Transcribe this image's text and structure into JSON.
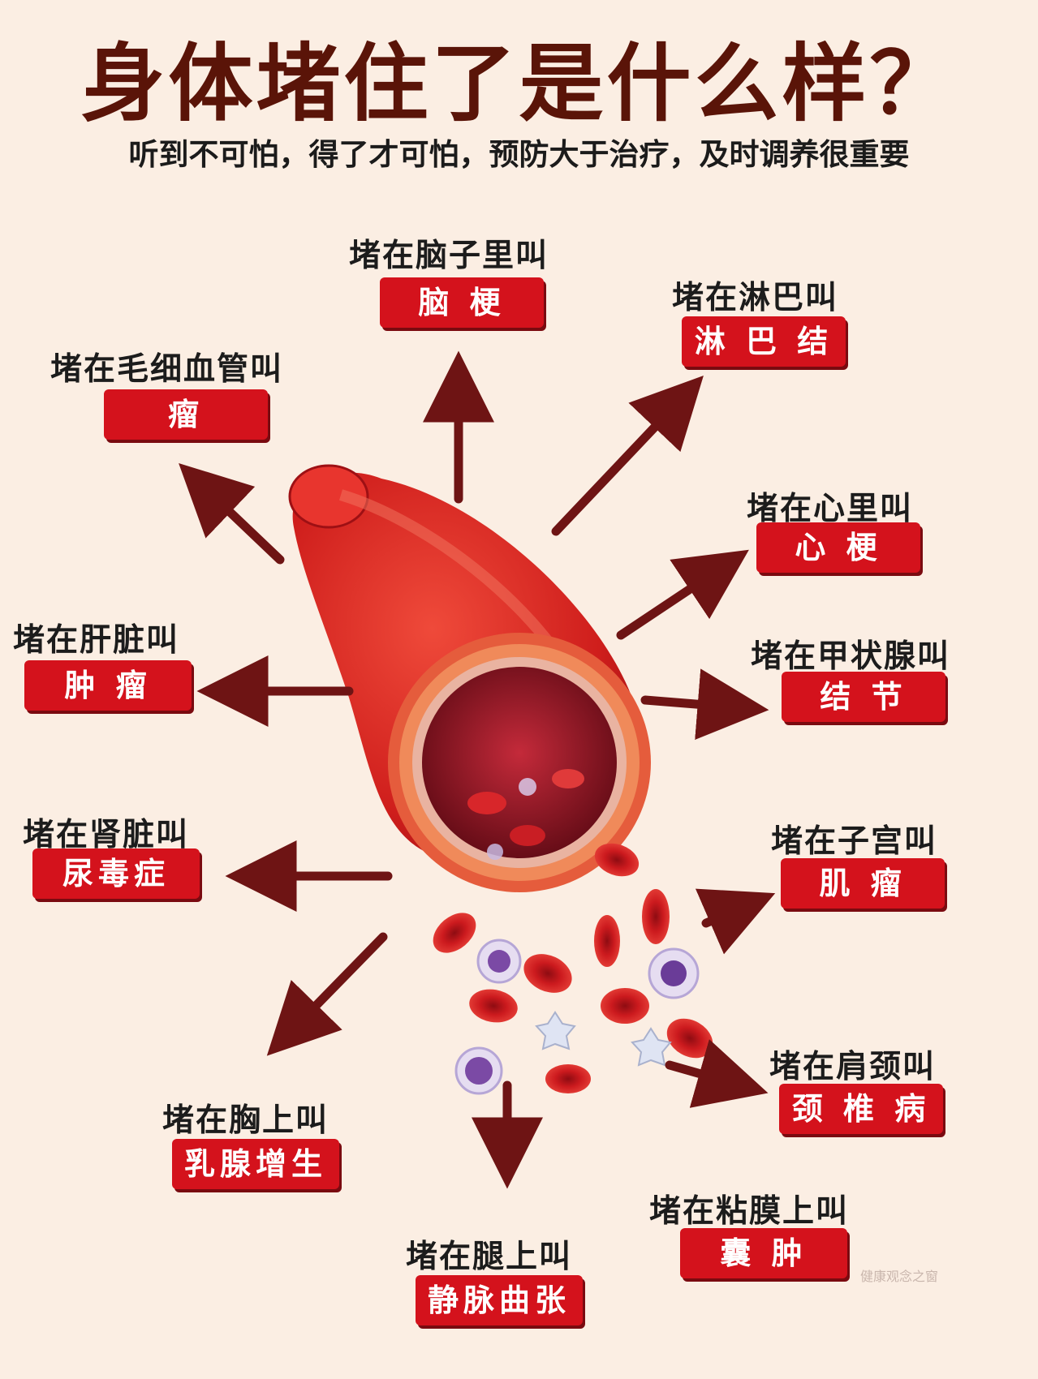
{
  "title": "身体堵住了是什么样？",
  "subtitle": "听到不可怕，得了才可怕，预防大于治疗，及时调养很重要",
  "items": [
    {
      "label": "堵在脑子里叫",
      "badge": "脑 梗"
    },
    {
      "label": "堵在淋巴叫",
      "badge": "淋 巴 结"
    },
    {
      "label": "堵在毛细血管叫",
      "badge": "瘤"
    },
    {
      "label": "堵在心里叫",
      "badge": "心 梗"
    },
    {
      "label": "堵在肝脏叫",
      "badge": "肿 瘤"
    },
    {
      "label": "堵在甲状腺叫",
      "badge": "结 节"
    },
    {
      "label": "堵在肾脏叫",
      "badge": "尿毒症"
    },
    {
      "label": "堵在子宫叫",
      "badge": "肌 瘤"
    },
    {
      "label": "堵在肩颈叫",
      "badge": "颈 椎 病"
    },
    {
      "label": "堵在胸上叫",
      "badge": "乳腺增生"
    },
    {
      "label": "堵在粘膜上叫",
      "badge": "囊 肿"
    },
    {
      "label": "堵在腿上叫",
      "badge": "静脉曲张"
    }
  ],
  "colors": {
    "background": "#fbeee3",
    "accent": "#d4121c",
    "arrow": "#6e1414",
    "title": "#5a1408"
  },
  "watermark": "健康观念之窗"
}
